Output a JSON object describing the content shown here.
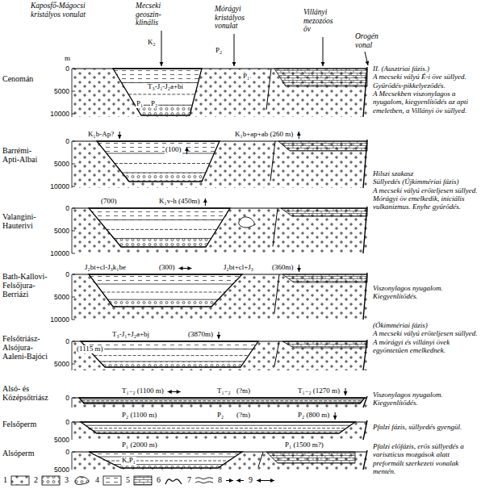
{
  "diagram": {
    "labels": [
      "Kaposfő-Mágocsi kristályos vonulat",
      "m",
      "Mecseki geoszin- klinális",
      "K₂",
      "Mórágyi kristályos vonulat",
      "P₂",
      "Villányi mezozóos öv",
      "Orogén vonal",
      "Cenomán",
      "Barrémi- Apti-Albai",
      "Valangini- Hauterivi",
      "Bath-Kallovi- Felsőjura- Berriázi",
      "Felsőtriász- Alsójura- Aaleni-Bajóci",
      "Alsó- és Középsőtriász",
      "Felsőperm",
      "Alsóperm",
      "0",
      "5000",
      "10000",
      "0",
      "5000",
      "10000",
      "0",
      "5000",
      "10000",
      "0",
      "5000",
      "10000",
      "0",
      "5000",
      "0",
      "0",
      "5000",
      "0",
      "5000",
      "T₃-J₁-J₂a+bi",
      "P₁",
      "P₂",
      "P₁",
      "K₁b-Ap?",
      "(100)",
      "K₁b+ap+ab (260 m)",
      "(700)",
      "K₁v-h (450m)",
      "J₂bt+cl-J₃k₁be",
      "(300)",
      "J₂bt+cl+J₃",
      "(360m)",
      "T₃-J₁+J₂a+bj",
      "(3870m)",
      "(1115 m)",
      "T₁₋₂ (1100 m)",
      "T₁₋₂",
      "(?m)",
      "T₁₋₂ (1270 m)",
      "P₂ (1100 m)",
      "P₂",
      "(?m)",
      "P₂ (800 m)",
      "P₁ (2000 m)",
      "P₁ (1500 m?)",
      "K,P₁",
      "II. (Ausztriai fázis.)",
      "A mecseki vályú É-i öve süllyed.",
      "Gyűrődés-pikkelyeződés.",
      "A Mecsekben viszonylagos a nyugalom, kiegyenlítődés az apti emeletben, a Villányi öv süllyed.",
      "Hilszi szakasz",
      "Süllyedés (Újkimmériai fázis)",
      "A mecseki vályú erőteljesen süllyed.",
      "Mórágyi öv emelkedik, iniciális vulkanizmus. Enyhe gyűrődés.",
      "Viszonylagos nyugalom. Kiegyenlítődés.",
      "(Ókimmériai fázis)",
      "A mecseki vályú erőteljesen süllyed.",
      "A mórágyi és villányi övek egyöntetűen emelkednek.",
      "Viszonylagos nyugalom. Kiegyenlítődés.",
      "Pfalzi fázis, süllyedés gyengül.",
      "Pfalzi előfázis, erős süllyedés a variszticus mozgások alatt preformált szerkezeti vonalak mentén."
    ],
    "legend": [
      {
        "text": "1"
      },
      {
        "text": "2"
      },
      {
        "text": "3"
      },
      {
        "text": "4"
      },
      {
        "text": "5"
      },
      {
        "text": "6"
      },
      {
        "text": "7"
      },
      {
        "text": "8"
      },
      {
        "text": "9"
      }
    ]
  }
}
